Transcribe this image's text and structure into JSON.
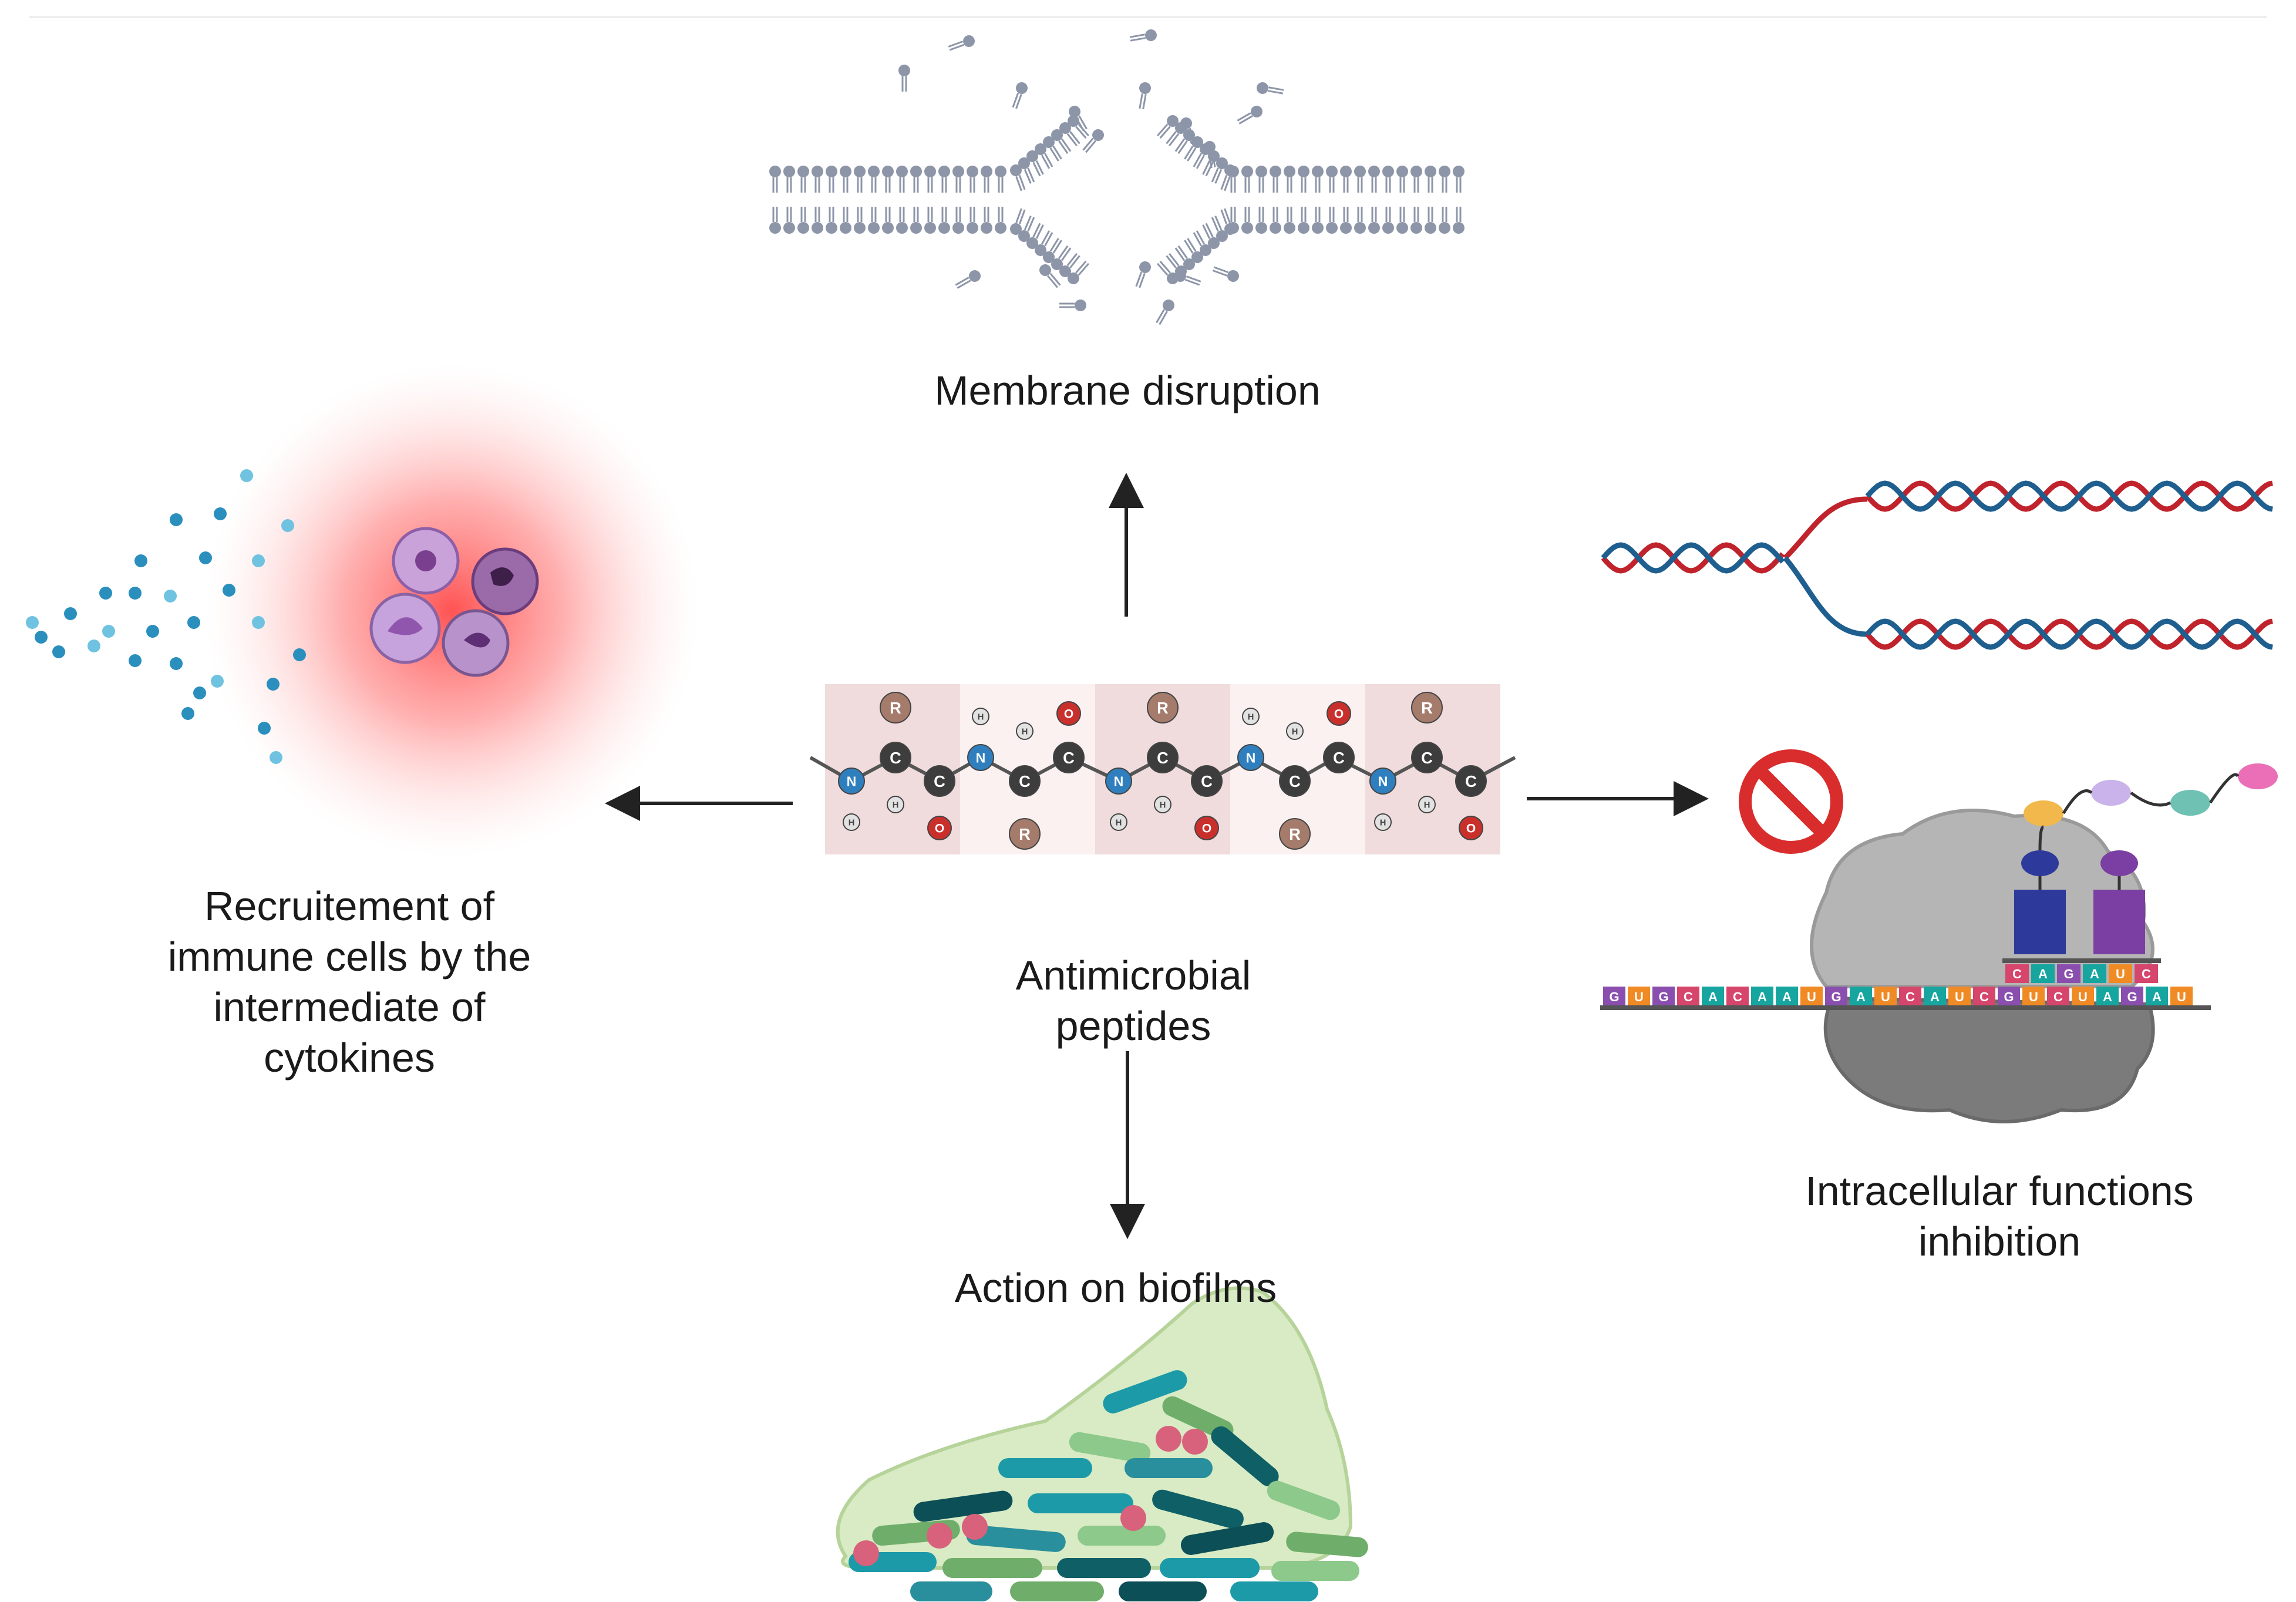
{
  "labels": {
    "membrane": "Membrane disruption",
    "immune": "Recruitement of\nimmune cells by the\nintermediate of\ncytokines",
    "amp": "Antimicrobial\npeptides",
    "biofilm": "Action on biofilms",
    "intracellular": "Intracellular functions\ninhibition"
  },
  "peptide": {
    "atoms": [
      "R",
      "C",
      "N",
      "H",
      "O"
    ]
  },
  "mrna": {
    "bases": [
      "G",
      "U",
      "G",
      "C",
      "A",
      "C",
      "A",
      "A",
      "U",
      "G",
      "A",
      "U",
      "C",
      "A",
      "U",
      "C",
      "G",
      "U",
      "C",
      "U",
      "A",
      "G",
      "A",
      "U"
    ],
    "trna_anticodon": [
      "C",
      "A",
      "G",
      "A",
      "U",
      "C"
    ]
  },
  "colors": {
    "arrow": "#222222",
    "lipid": "#8d96a8",
    "dna_red": "#c0232c",
    "dna_blue": "#1f5f8f",
    "cytokine": "#2a8fbd",
    "inflammation": "#ff5a5a",
    "prohibition": "#d92d2d",
    "ribosome": "#9b9b9b",
    "biofilm_matrix": "#d8ebc4"
  },
  "icons": [
    "membrane-icon",
    "cytokine-dots-icon",
    "immune-cells-icon",
    "peptide-chain-icon",
    "dna-replication-icon",
    "prohibition-icon",
    "ribosome-icon",
    "biofilm-icon",
    "arrow-icon"
  ]
}
